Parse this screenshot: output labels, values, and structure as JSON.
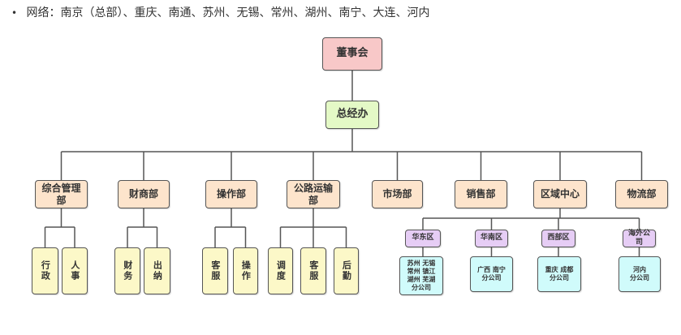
{
  "intro": {
    "bullet": "•",
    "text": "网络：南京（总部）、重庆、南通、苏州、无锡、常州、湖州、南宁、大连、河内"
  },
  "org": {
    "root": "董事会",
    "exec": "总经办",
    "departments": [
      {
        "label": "综合管理部",
        "teams": [
          "行政",
          "人事"
        ]
      },
      {
        "label": "财商部",
        "teams": [
          "财务",
          "出纳"
        ]
      },
      {
        "label": "操作部",
        "teams": [
          "客服",
          "操作"
        ]
      },
      {
        "label": "公路运输部",
        "teams": [
          "调度",
          "客服",
          "后勤"
        ]
      },
      {
        "label": "市场部",
        "teams": []
      },
      {
        "label": "销售部",
        "teams": []
      },
      {
        "label": "区域中心",
        "teams": []
      },
      {
        "label": "物流部",
        "teams": []
      }
    ],
    "regions": [
      {
        "label": "华东区",
        "branch": "苏州 无锡\n常州 镇江\n湖州 芜湖\n分公司"
      },
      {
        "label": "华南区",
        "branch": "广西 南宁\n分公司"
      },
      {
        "label": "西部区",
        "branch": "重庆 成都\n分公司"
      },
      {
        "label": "海外公司",
        "branch": "河内\n分公司"
      }
    ]
  },
  "colors": {
    "root": "#f8c8c8",
    "exec": "#e4f9c6",
    "department": "#fde4cc",
    "team": "#fcf8c8",
    "region": "#e6cdf5",
    "branch": "#d0fbfb",
    "line": "#555555"
  }
}
